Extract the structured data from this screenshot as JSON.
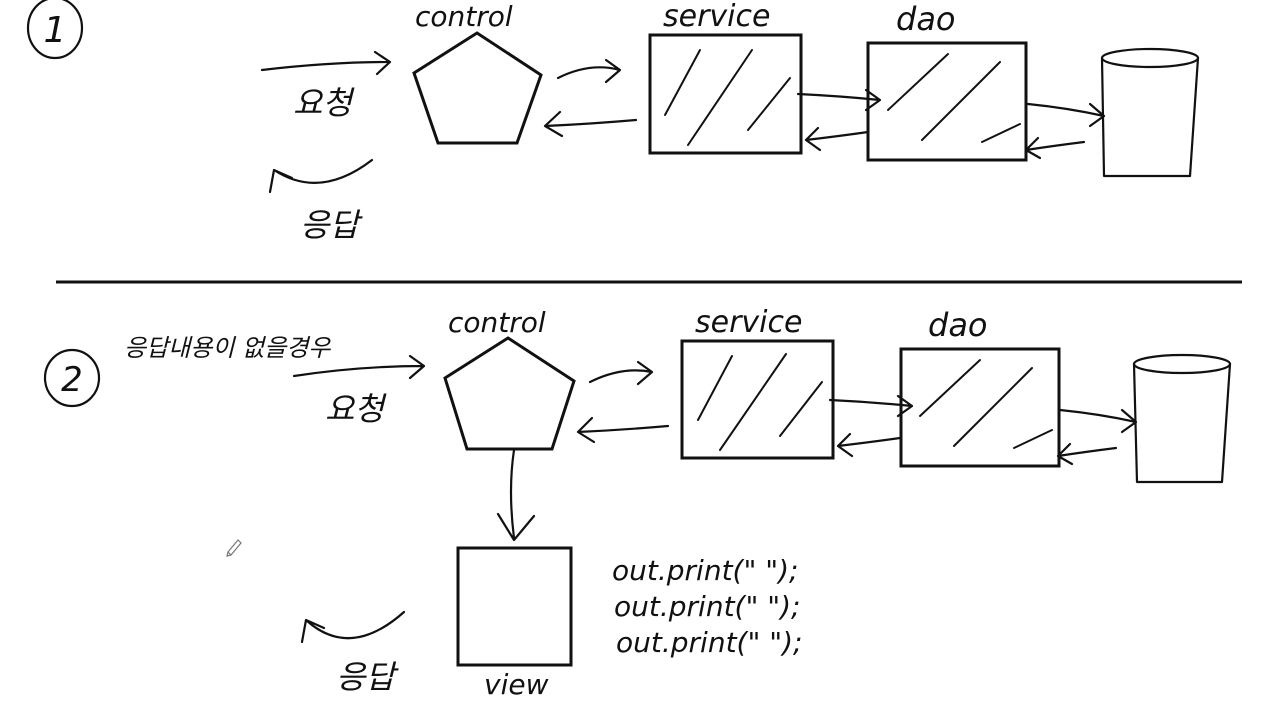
{
  "section1": {
    "number": "1",
    "control_label": "control",
    "service_label": "service",
    "dao_label": "dao",
    "request_label": "요청",
    "response_label": "응답"
  },
  "divider": true,
  "section2": {
    "number": "2",
    "note": "응답내용이 없을경우",
    "control_label": "control",
    "service_label": "service",
    "dao_label": "dao",
    "request_label": "요청",
    "response_label": "응답",
    "view_label": "view",
    "code_lines": [
      "out.print(\"          \");",
      "out.print(\"          \");",
      "out.print(\"          \");"
    ]
  },
  "ink_color": "#111111"
}
